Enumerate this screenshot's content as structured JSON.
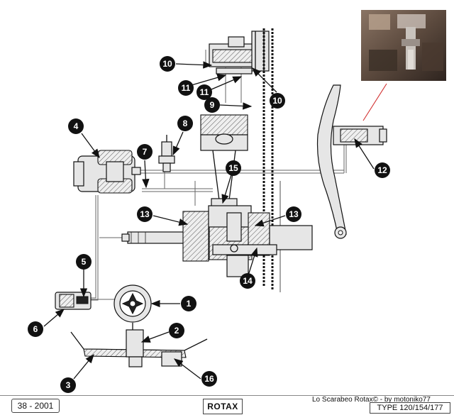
{
  "callouts": [
    "1",
    "2",
    "3",
    "4",
    "5",
    "6",
    "7",
    "8",
    "9",
    "10",
    "10",
    "11",
    "11",
    "12",
    "13",
    "13",
    "14",
    "15",
    "16"
  ],
  "footer": {
    "page_ref": "38 - 2001",
    "brand": "ROTAX",
    "credit": "Lo Scarabeo Rotax© - by motoniko77",
    "type_label": "TYPE 120/154/177"
  },
  "colors": {
    "ink": "#111111",
    "callout_fill": "#111111",
    "callout_text": "#ffffff",
    "leader_red": "#d23030"
  }
}
